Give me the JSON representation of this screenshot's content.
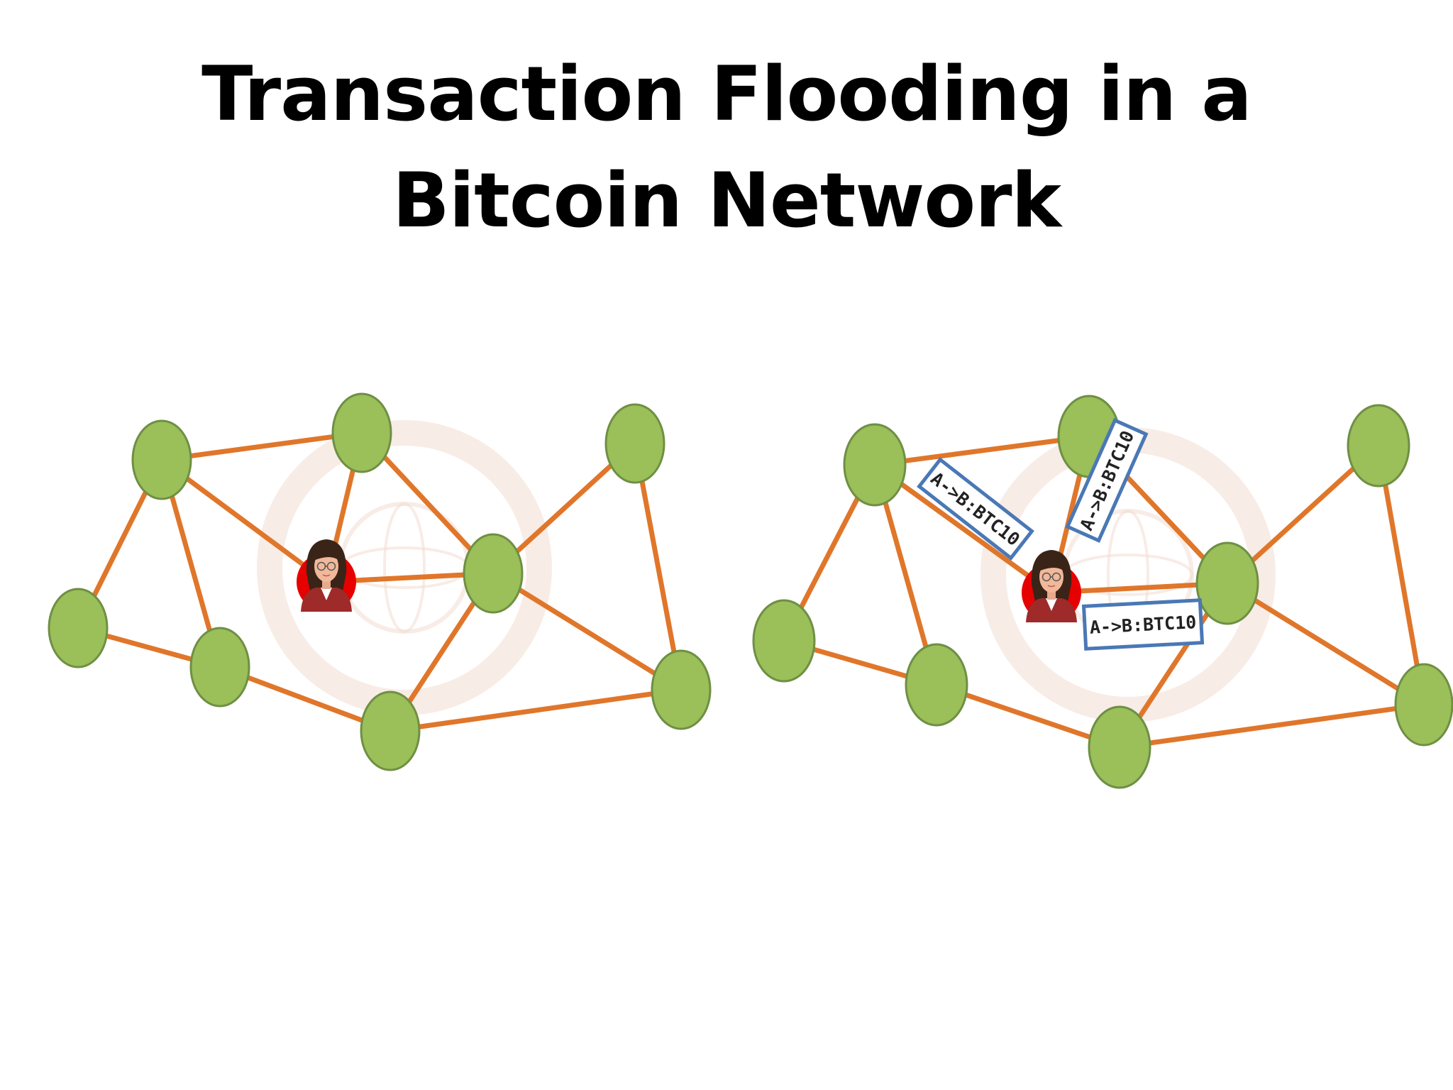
{
  "slide": {
    "title": "Transaction Flooding in a Bitcoin Network"
  },
  "diagram": {
    "left_panel": {
      "nodes": [
        "node-1",
        "node-2",
        "node-3",
        "node-4",
        "node-5",
        "node-6",
        "node-7",
        "node-8"
      ],
      "originator": "person-icon"
    },
    "right_panel": {
      "transaction_messages": [
        "A->B:BTC10",
        "A->B:BTC10",
        "A->B:BTC10"
      ]
    },
    "colors": {
      "node_fill": "#9bbf59",
      "edge": "#e0762a",
      "originator_badge": "#e60000",
      "message_border": "#4a78b5"
    }
  }
}
